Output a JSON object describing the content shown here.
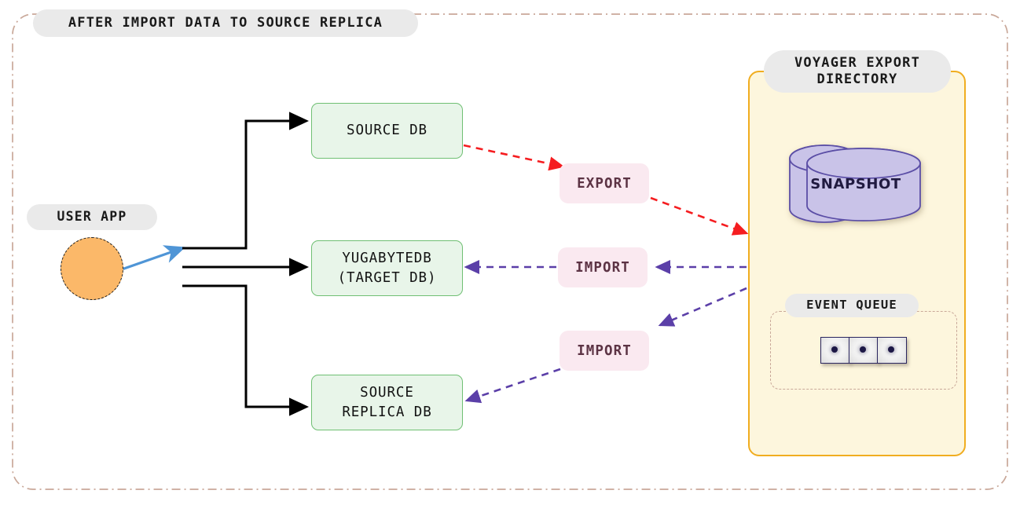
{
  "diagram": {
    "title": "AFTER IMPORT DATA TO SOURCE REPLICA",
    "type": "architecture-flow",
    "colors": {
      "outer_border": "#c9a899",
      "title_pill_bg": "#eaeaea",
      "db_node_bg": "#e8f5e9",
      "db_node_border": "#6fbf73",
      "action_pill_bg": "#fae9f0",
      "action_pill_text": "#5c3344",
      "directory_bg": "#fdf6dd",
      "directory_border": "#f0ad20",
      "snapshot_fill": "#c9c3e8",
      "snapshot_stroke": "#5b4ea6",
      "user_app_fill": "#fbb869",
      "export_arrow": "#f51d20",
      "import_arrow": "#5b3fa8",
      "user_arrow": "#4f95d6",
      "queue_cell_border": "#2b2660"
    }
  },
  "user_app": {
    "label": "USER APP",
    "shape": "circle"
  },
  "nodes": [
    {
      "id": "source-db",
      "label": "SOURCE DB"
    },
    {
      "id": "yugabytedb-target",
      "label": "YUGABYTEDB\n(TARGET DB)"
    },
    {
      "id": "source-replica-db",
      "label": "SOURCE\nREPLICA DB"
    }
  ],
  "actions": [
    {
      "id": "export",
      "label": "EXPORT"
    },
    {
      "id": "import-target",
      "label": "IMPORT"
    },
    {
      "id": "import-replica",
      "label": "IMPORT"
    }
  ],
  "voyager_directory": {
    "label": "VOYAGER EXPORT\nDIRECTORY",
    "snapshot": {
      "label": "SNAPSHOT",
      "shape": "cylinder"
    },
    "event_queue": {
      "label": "EVENT QUEUE",
      "cells": 3
    }
  },
  "edges": [
    {
      "from": "user-app",
      "to": "junction",
      "style": "solid",
      "color": "#4f95d6"
    },
    {
      "from": "junction",
      "to": "source-db",
      "style": "solid",
      "color": "#000000"
    },
    {
      "from": "junction",
      "to": "yugabytedb-target",
      "style": "solid",
      "color": "#000000"
    },
    {
      "from": "junction",
      "to": "source-replica-db",
      "style": "solid",
      "color": "#000000"
    },
    {
      "from": "source-db",
      "to": "export",
      "style": "dashed",
      "color": "#f51d20"
    },
    {
      "from": "export",
      "to": "voyager-directory",
      "style": "dashed",
      "color": "#f51d20"
    },
    {
      "from": "voyager-directory",
      "to": "import-target",
      "style": "dashed",
      "color": "#5b3fa8"
    },
    {
      "from": "import-target",
      "to": "yugabytedb-target",
      "style": "dashed",
      "color": "#5b3fa8"
    },
    {
      "from": "voyager-directory",
      "to": "import-replica",
      "style": "dashed",
      "color": "#5b3fa8"
    },
    {
      "from": "import-replica",
      "to": "source-replica-db",
      "style": "dashed",
      "color": "#5b3fa8"
    }
  ]
}
